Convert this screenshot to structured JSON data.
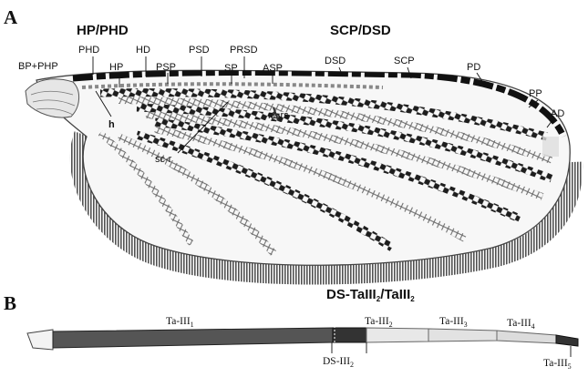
{
  "panel_a": {
    "letter": "A",
    "group_left": "HP/PHD",
    "group_right": "SCP/DSD",
    "labels": {
      "bp_php": "BP+PHP",
      "phd": "PHD",
      "hp": "HP",
      "hd": "HD",
      "psp": "PSP",
      "psd": "PSD",
      "prsd": "PRSD",
      "sp": "SP",
      "asp": "ASP",
      "dsd": "DSD",
      "scp": "SCP",
      "pd": "PD",
      "pp": "PP",
      "ad": "AD",
      "h": "h",
      "r_m": "r1-rs",
      "sc_r": "sc-r"
    }
  },
  "panel_b": {
    "letter": "B",
    "group": {
      "main": "DS-TaIII",
      "sub1": "2",
      "sep": "/TaIII",
      "sub2": "2"
    },
    "segments": {
      "ta1": {
        "main": "Ta-III",
        "sub": "1"
      },
      "ta2": {
        "main": "Ta-III",
        "sub": "2"
      },
      "ta3": {
        "main": "Ta-III",
        "sub": "3"
      },
      "ta4": {
        "main": "Ta-III",
        "sub": "4"
      },
      "ta5": {
        "main": "Ta-III",
        "sub": "5"
      },
      "ds": {
        "main": "DS-III",
        "sub": "2"
      }
    }
  }
}
